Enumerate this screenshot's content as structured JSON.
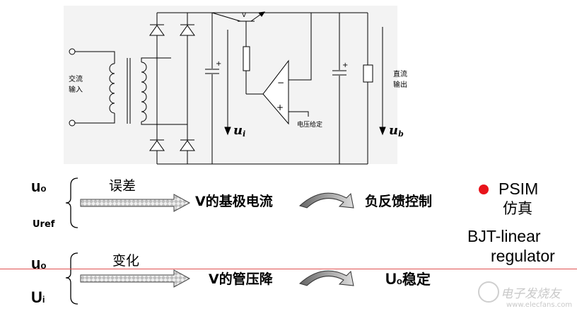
{
  "schematic": {
    "ac_input_label": [
      "交流",
      "输入"
    ],
    "dc_output_label": [
      "直流",
      "输出"
    ],
    "transistor_label": "V",
    "voltage_ref_label": "电压给定",
    "input_voltage": {
      "main": "u",
      "sub": "i"
    },
    "output_voltage": {
      "main": "u",
      "sub": "b"
    },
    "plus_sign": "+",
    "minus_sign": "−"
  },
  "flow": {
    "row1": {
      "in_top": {
        "main": "u",
        "sub": "o"
      },
      "in_bottom": "Uref",
      "arrow_label": "误差",
      "result": "V的基极电流",
      "outcome": "负反馈控制"
    },
    "row2": {
      "in_top": {
        "main": "u",
        "sub": "o"
      },
      "in_bottom": {
        "main": "U",
        "sub": "i"
      },
      "arrow_label": "变化",
      "result": "V的管压降",
      "outcome_main": "U",
      "outcome_sub": "o",
      "outcome_rest": "稳定"
    }
  },
  "sidebar": {
    "bullet_color": "#e8141b",
    "title": "PSIM",
    "subtitle": "仿真",
    "line3": "BJT-linear",
    "line4": "regulator"
  },
  "watermark": {
    "main": "电子发烧友",
    "url": "www.elecfans.com"
  }
}
